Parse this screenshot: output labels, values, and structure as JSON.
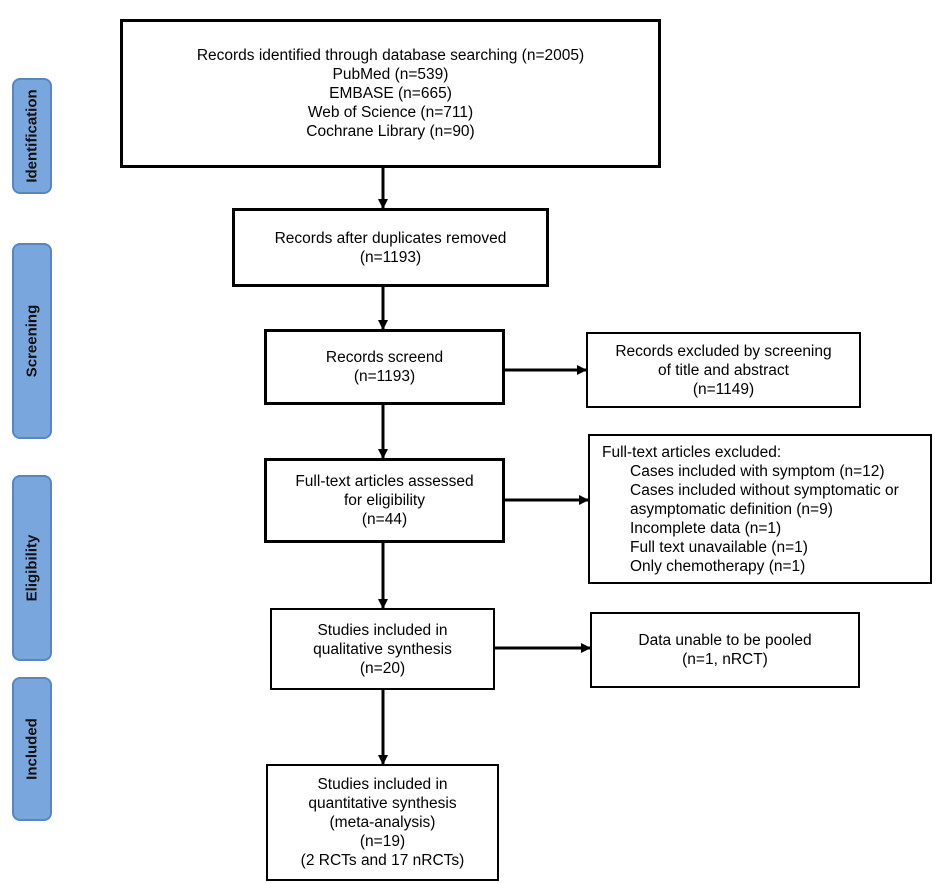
{
  "stages": [
    "Identification",
    "Screening",
    "Eligibility",
    "Included"
  ],
  "boxes": {
    "identified": [
      "Records identified through database searching (n=2005)",
      "PubMed (n=539)",
      "EMBASE (n=665)",
      "Web of Science (n=711)",
      "Cochrane Library (n=90)"
    ],
    "dedup": [
      "Records after duplicates removed",
      "(n=1193)"
    ],
    "screened": [
      "Records screend",
      "(n=1193)"
    ],
    "excluded_screening": [
      "Records excluded by screening",
      "of title and abstract",
      "(n=1149)"
    ],
    "fulltext": [
      "Full-text articles assessed",
      "for eligibility",
      "(n=44)"
    ],
    "excluded_fulltext": {
      "heading": "Full-text articles excluded:",
      "items": [
        "Cases included with symptom (n=12)",
        "Cases included without symptomatic or",
        "asymptomatic definition (n=9)",
        "Incomplete data (n=1)",
        "Full text unavailable (n=1)",
        "Only chemotherapy (n=1)"
      ]
    },
    "qualitative": [
      "Studies included in",
      "qualitative synthesis",
      "(n=20)"
    ],
    "not_pooled": [
      "Data unable to be pooled",
      "(n=1, nRCT)"
    ],
    "quantitative": [
      "Studies included in",
      "quantitative synthesis",
      "(meta-analysis)",
      "(n=19)",
      "(2 RCTs and 17 nRCTs)"
    ]
  },
  "colors": {
    "stage_fill": "#7aa6de",
    "stage_border": "#5a86bf",
    "box_border": "#000000"
  }
}
